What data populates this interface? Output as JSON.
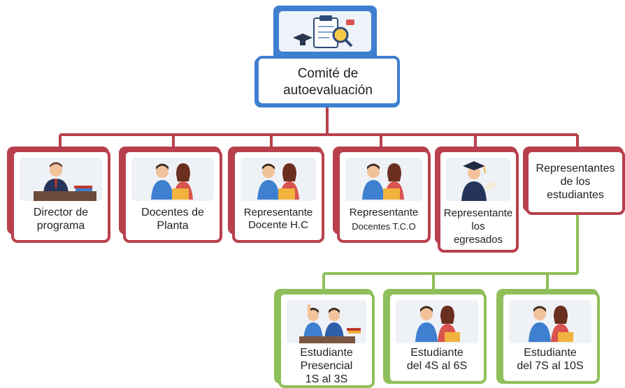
{
  "root": {
    "line1": "Comité de",
    "line2": "autoevaluación"
  },
  "members": [
    {
      "line1": "Director de",
      "line2": "programa",
      "line3": ""
    },
    {
      "line1": "Docentes de",
      "line2": "Planta",
      "line3": ""
    },
    {
      "line1": "Representante",
      "line2": "Docente H.C",
      "line3": ""
    },
    {
      "line1": "Representante",
      "line2": "Docentes T.C.O",
      "line3": ""
    },
    {
      "line1": "Representante",
      "line2": "los",
      "line3": "egresados"
    },
    {
      "line1": "Representantes",
      "line2": "de los",
      "line3": "estudiantes"
    }
  ],
  "students": [
    {
      "line1": "Estudiante",
      "line2": "Presencial",
      "line3": "1S al 3S"
    },
    {
      "line1": "Estudiante",
      "line2": "del 4S al 6S",
      "line3": ""
    },
    {
      "line1": "Estudiante",
      "line2": "del 7S al 10S",
      "line3": ""
    }
  ],
  "colors": {
    "root_border": "#3f7fcf",
    "member_border": "#b8404c",
    "student_border": "#8fbf5a"
  }
}
